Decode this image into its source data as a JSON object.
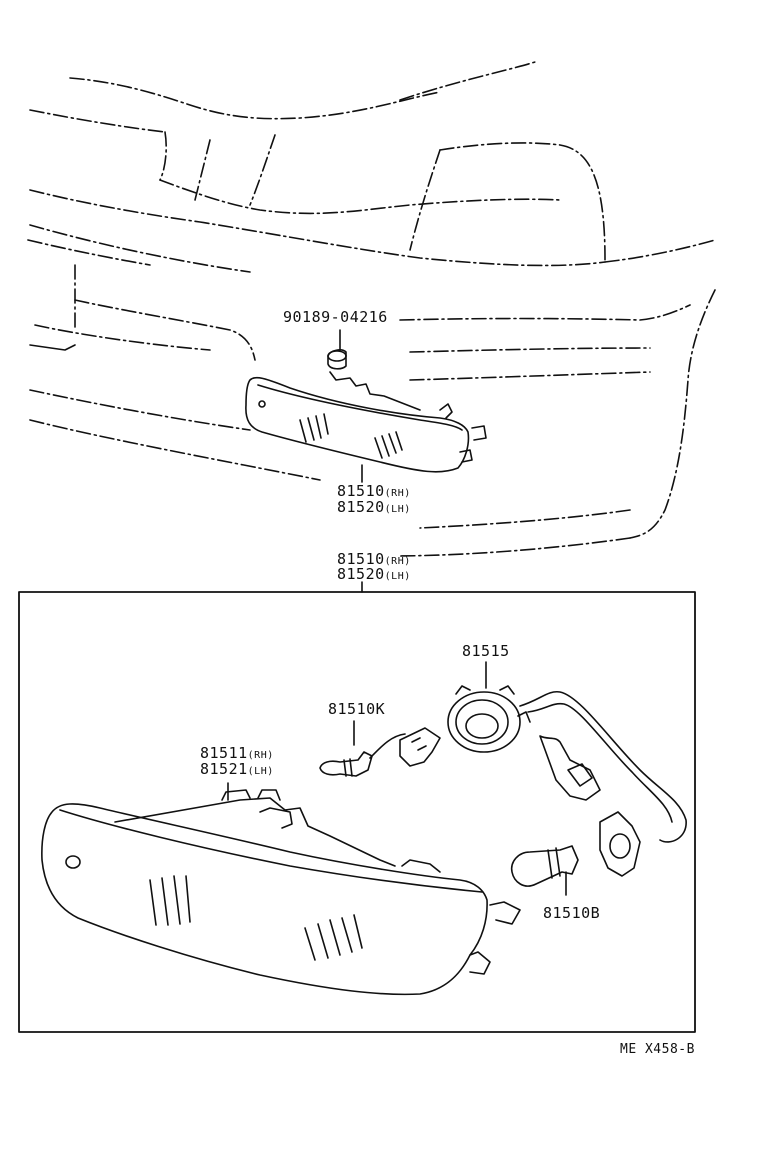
{
  "labels": {
    "clip": "90189-04216",
    "top_rh_num": "81510",
    "top_rh_sfx": "(RH)",
    "top_lh_num": "81520",
    "top_lh_sfx": "(LH)",
    "box_rh_num": "81510",
    "box_rh_sfx": "(RH)",
    "box_lh_num": "81520",
    "box_lh_sfx": "(LH)",
    "socket": "81515",
    "bulb_small": "81510K",
    "lens_rh_num": "81511",
    "lens_rh_sfx": "(RH)",
    "lens_lh_num": "81521",
    "lens_lh_sfx": "(LH)",
    "bulb_large": "81510B"
  },
  "diagram_code": "ME X458-B"
}
